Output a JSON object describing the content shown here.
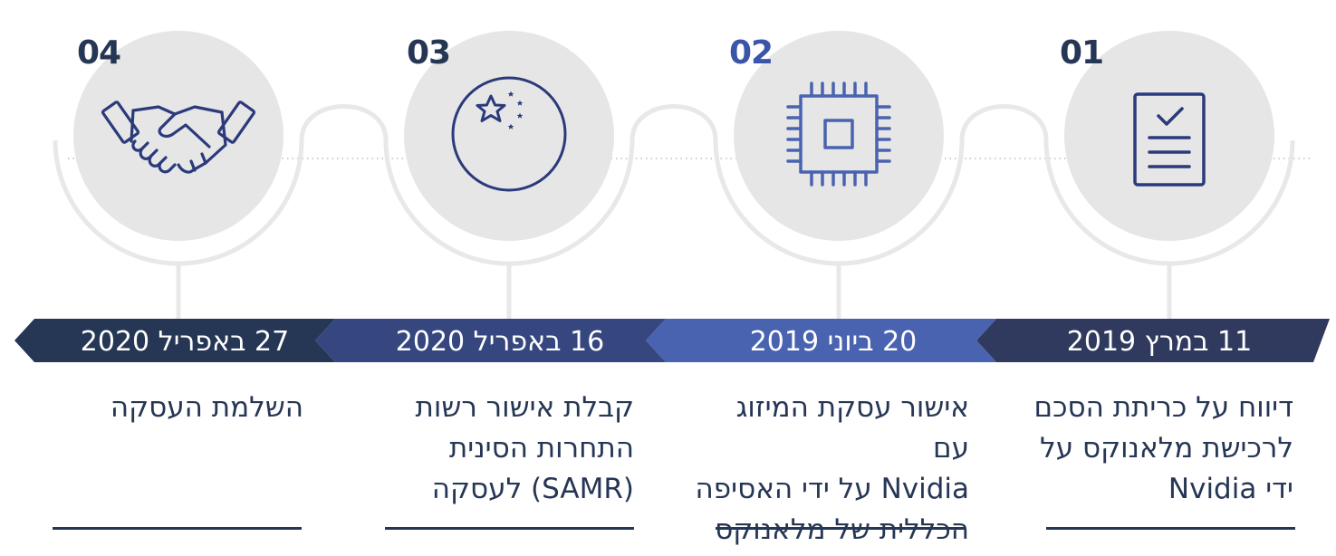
{
  "steps": [
    {
      "number": "01",
      "date": "11 במרץ 2019",
      "icon": "document-check-icon",
      "description": [
        "דיווח על כריתת הסכם",
        "לרכישת מלאנוקס על",
        "ידי Nvidia"
      ]
    },
    {
      "number": "02",
      "date": "20 ביוני 2019",
      "icon": "microchip-icon",
      "description": [
        "אישור עסקת המיזוג עם",
        "Nvidia על ידי האסיפה",
        "הכללית של מלאנוקס"
      ]
    },
    {
      "number": "03",
      "date": "16 באפריל 2020",
      "icon": "china-flag-icon",
      "description": [
        "קבלת אישור רשות",
        "התחרות הסינית",
        "(SAMR) לעסקה"
      ]
    },
    {
      "number": "04",
      "date": "27 באפריל 2020",
      "icon": "handshake-icon",
      "description": [
        "השלמת העסקה"
      ]
    }
  ],
  "colors": {
    "segment_1": "#2f3a5e",
    "segment_2": "#4a63b0",
    "segment_3": "#36477f",
    "segment_4": "#263655",
    "number_1": "#263655",
    "number_2": "#3b56a8",
    "number_3": "#263655",
    "number_4": "#263655",
    "icon_stroke": "#2a3a7a",
    "circle_fill": "#e6e6e6",
    "ring": "#e8e8e8"
  }
}
